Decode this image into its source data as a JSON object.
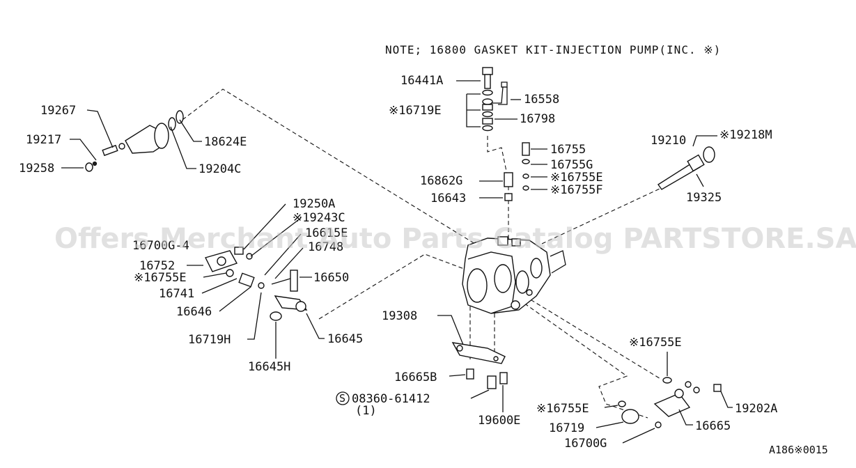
{
  "note": "NOTE; 16800 GASKET KIT-INJECTION PUMP(INC. ※)",
  "watermark": "Offers Merchant Auto Parts Catalog PARTSTORE.SA",
  "diagram_code": "A186※0015",
  "labels": {
    "p16441A": "16441A",
    "p16558": "16558",
    "p16719E": "※16719E",
    "p16798": "16798",
    "p16755": "16755",
    "p16755G": "16755G",
    "p16862G": "16862G",
    "p16755E_top": "※16755E",
    "p16643": "16643",
    "p16755F": "※16755F",
    "p19210": "19210",
    "p19218M": "※19218M",
    "p19325": "19325",
    "p19267": "19267",
    "p19217": "19217",
    "p19258": "19258",
    "p18624E": "18624E",
    "p19204C": "19204C",
    "p19250A": "19250A",
    "p19243C": "※19243C",
    "p16715E": "16615E",
    "p16700G_left": "16700G-4",
    "p16748": "16748",
    "p16752": "16752",
    "p16755E_left": "※16755E",
    "p16650": "16650",
    "p16741": "16741",
    "p16646": "16646",
    "p16719H": "16719H",
    "p16645": "16645",
    "p16645H": "16645H",
    "p19308": "19308",
    "p16665B": "16665B",
    "p08360": "08360-61412",
    "p08360_qty": "(1)",
    "p08360_s": "S",
    "p19600E": "19600E",
    "p16755E_right": "※16755E",
    "p16755E_bottom": "※16755E",
    "p19202A": "19202A",
    "p16719": "16719",
    "p16665": "16665",
    "p16700G": "16700G"
  }
}
